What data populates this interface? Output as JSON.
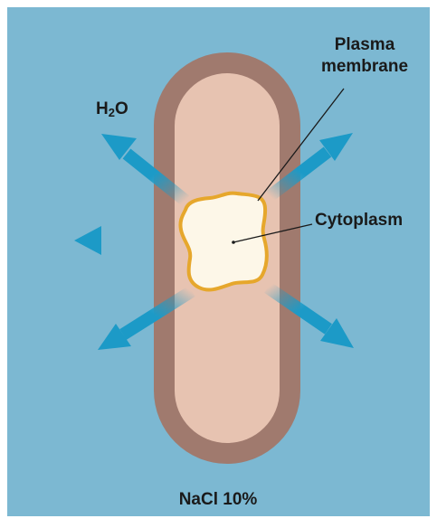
{
  "labels": {
    "plasma_membrane_line1": "Plasma",
    "plasma_membrane_line2": "membrane",
    "water_base": "H",
    "water_subscript": "2",
    "water_tail": "O",
    "cytoplasm": "Cytoplasm",
    "solution": "NaCl 10%"
  },
  "colors": {
    "background": "#7cb8d2",
    "cell_wall": "#a07a6e",
    "cell_interior": "#e7c3b1",
    "cytoplasm_fill": "#fdf7e8",
    "plasma_membrane": "#e6a72c",
    "arrow": "#1c9ac7",
    "text": "#1a1a1a"
  },
  "icons": {
    "water_flow": "arrow-outward-icon"
  }
}
